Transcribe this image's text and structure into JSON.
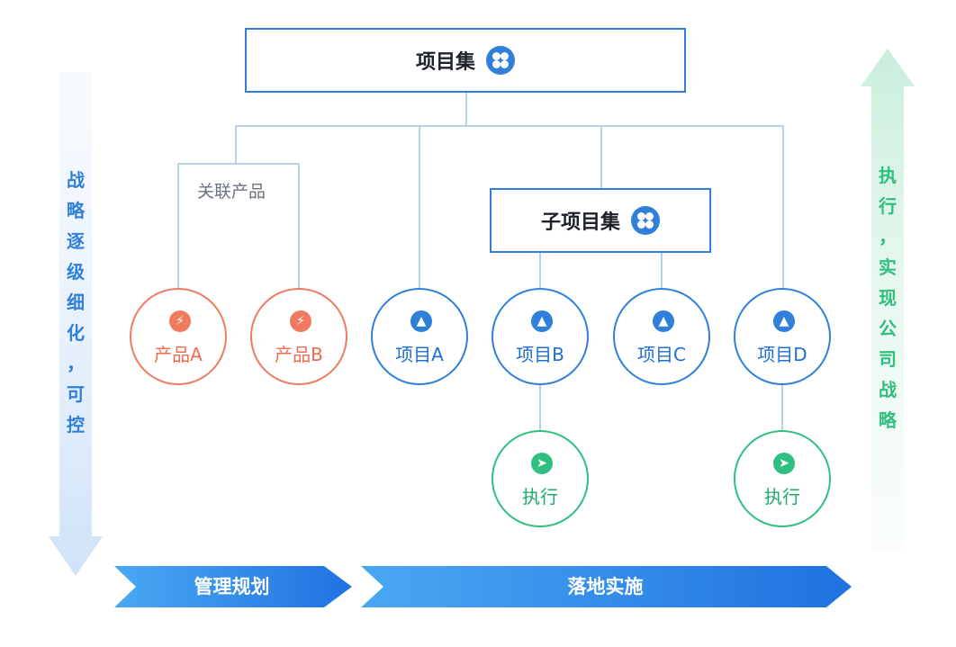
{
  "root": {
    "title": "项目集",
    "icon": "clover-icon"
  },
  "sub_collection": {
    "title": "子项目集",
    "icon": "clover-icon"
  },
  "relation_label": "关联产品",
  "products": [
    {
      "label": "产品A",
      "icon": "lightning-icon"
    },
    {
      "label": "产品B",
      "icon": "lightning-icon"
    }
  ],
  "projects": [
    {
      "label": "项目A",
      "icon": "rocket-icon"
    },
    {
      "label": "项目B",
      "icon": "rocket-icon"
    },
    {
      "label": "项目C",
      "icon": "rocket-icon"
    },
    {
      "label": "项目D",
      "icon": "rocket-icon"
    }
  ],
  "executions": [
    {
      "label": "执行",
      "icon": "runner-icon"
    },
    {
      "label": "执行",
      "icon": "runner-icon"
    }
  ],
  "left_side": {
    "chars": [
      "战",
      "略",
      "逐",
      "级",
      "细",
      "化",
      "，",
      "可",
      "控"
    ],
    "color": "#2f7fdb"
  },
  "right_side": {
    "chars": [
      "执",
      "行",
      "，",
      "实",
      "现",
      "公",
      "司",
      "战",
      "略"
    ],
    "color": "#2fbf7f"
  },
  "bands": [
    {
      "label": "管理规划"
    },
    {
      "label": "落地实施"
    }
  ],
  "colors": {
    "blue": "#2f7fdb",
    "orange": "#f07a60",
    "green": "#2fbf7f",
    "line": "#9dc3e8"
  }
}
